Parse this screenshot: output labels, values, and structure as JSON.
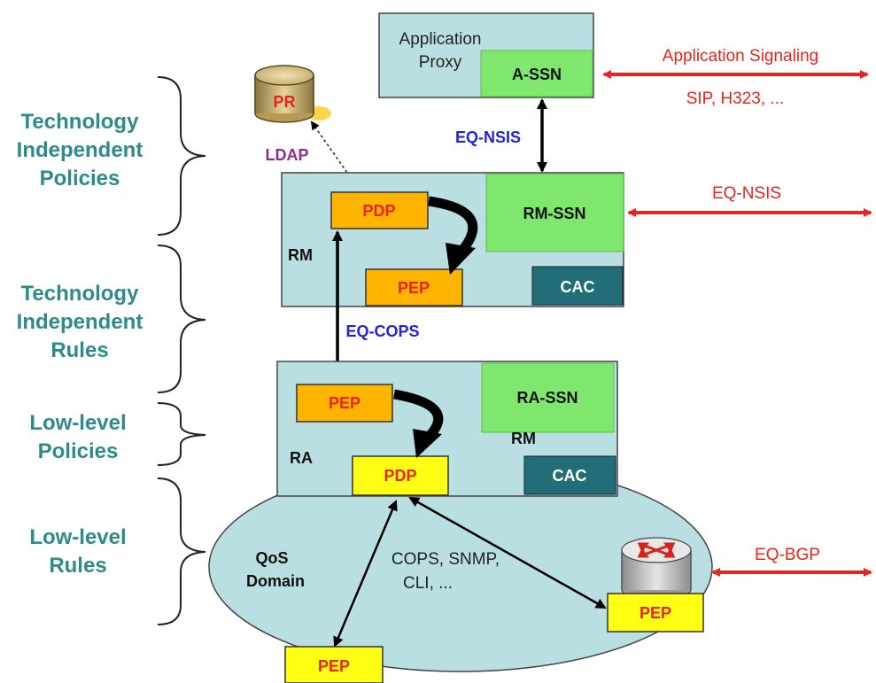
{
  "colors": {
    "panel": "#b9dfe3",
    "green": "#7fe66e",
    "orange": "#ffb400",
    "yellow": "#ffff14",
    "cac": "#216e78",
    "teal_text": "#2e8b8b",
    "red": "#e8241c",
    "blue": "#2323d6",
    "purple": "#8b2c8f"
  },
  "side_labels": {
    "tech_indep_policies": [
      "Technology",
      "Independent",
      "Policies"
    ],
    "tech_indep_rules": [
      "Technology",
      "Independent",
      "Rules"
    ],
    "low_level_policies": [
      "Low-level",
      "Policies"
    ],
    "low_level_rules": [
      "Low-level",
      "Rules"
    ]
  },
  "app_proxy": {
    "label": [
      "Application",
      "Proxy"
    ],
    "assn": "A-SSN"
  },
  "pr": {
    "label": "PR",
    "link": "LDAP"
  },
  "rm_box": {
    "label": "RM",
    "pdp": "PDP",
    "pep": "PEP",
    "rm_ssn": "RM-SSN",
    "cac": "CAC"
  },
  "ra_box": {
    "label": "RA",
    "rm_label": "RM",
    "pep": "PEP",
    "pdp": "PDP",
    "ra_ssn": "RA-SSN",
    "cac": "CAC"
  },
  "links": {
    "eq_nsis_vertical": "EQ-NSIS",
    "eq_cops": "EQ-COPS",
    "app_signaling": "Application Signaling",
    "app_protocols": "SIP, H323, ...",
    "eq_nsis_horizontal": "EQ-NSIS",
    "eq_bgp": "EQ-BGP"
  },
  "qos_domain": {
    "label": [
      "QoS",
      "Domain"
    ],
    "protocols": [
      "COPS, SNMP,",
      "CLI, ..."
    ],
    "pep_router": "PEP",
    "pep_bottom": "PEP",
    "router_icon": "router-icon"
  }
}
